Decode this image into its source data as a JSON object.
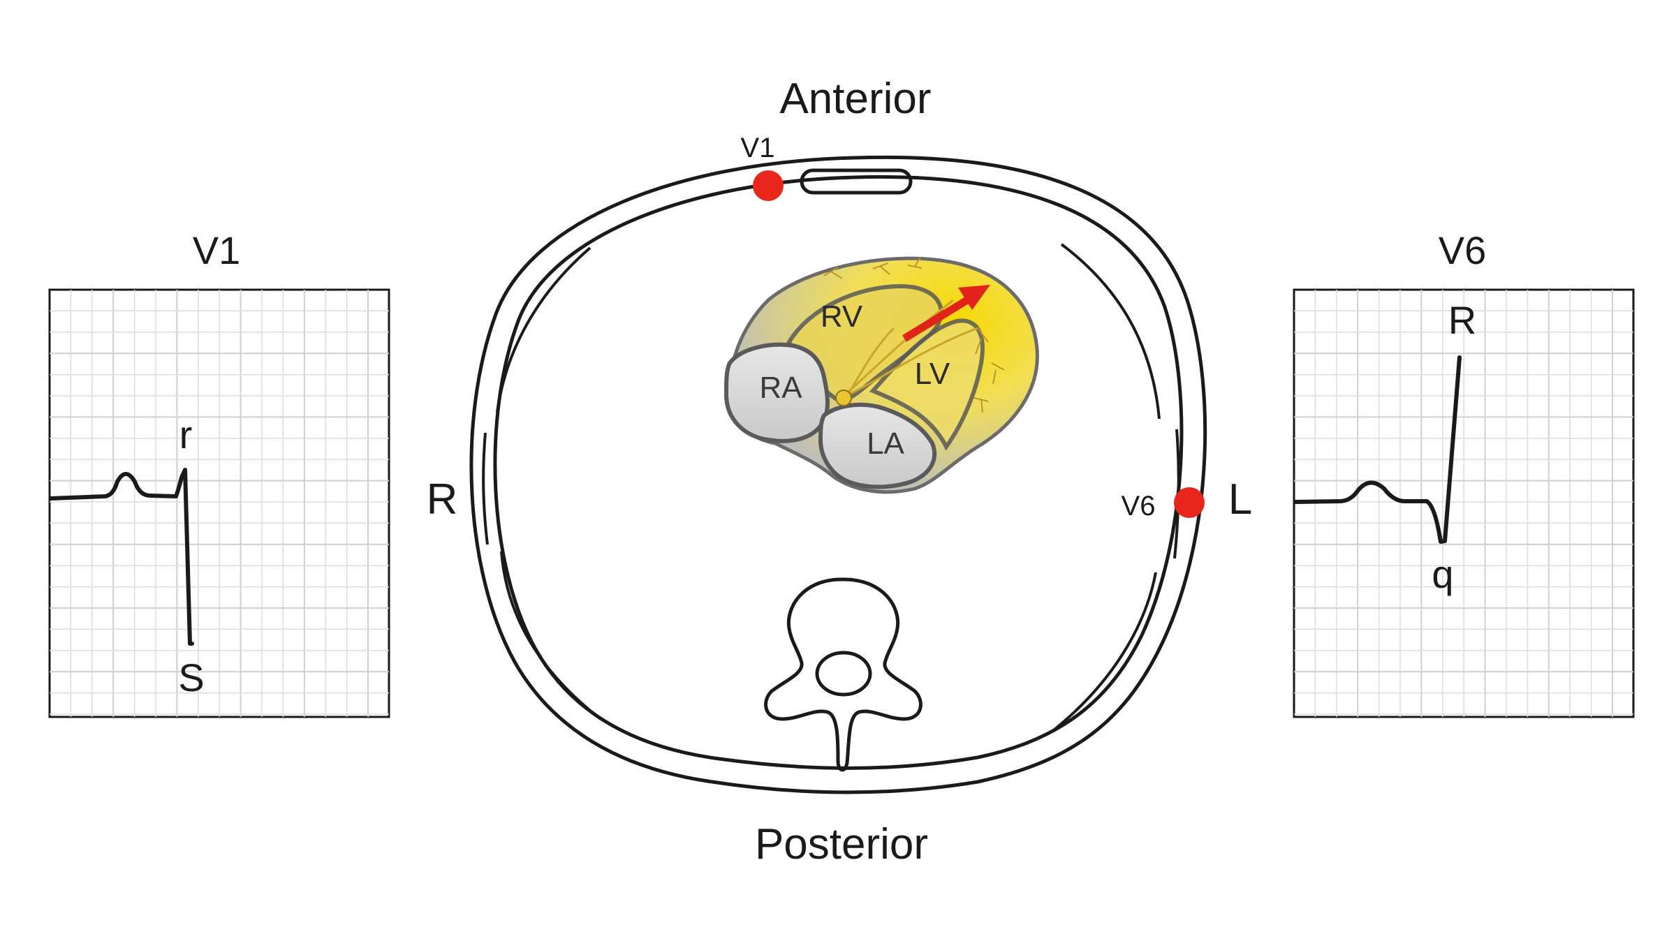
{
  "orientation": {
    "anterior": "Anterior",
    "posterior": "Posterior",
    "right": "R",
    "left": "L"
  },
  "leads": {
    "v1_electrode": "V1",
    "v6_electrode": "V6"
  },
  "chambers": {
    "rv": "RV",
    "lv": "LV",
    "ra": "RA",
    "la": "LA"
  },
  "panels": {
    "left": {
      "title": "V1",
      "small_wave": "r",
      "deep_wave": "S"
    },
    "right": {
      "title": "V6",
      "tall_wave": "R",
      "small_wave": "q"
    }
  },
  "colors": {
    "electrode": "#e8261b",
    "arrow": "#e2231a",
    "myocardium_highlight": "#f5d800",
    "chamber_fill": "#d4d4d4"
  }
}
